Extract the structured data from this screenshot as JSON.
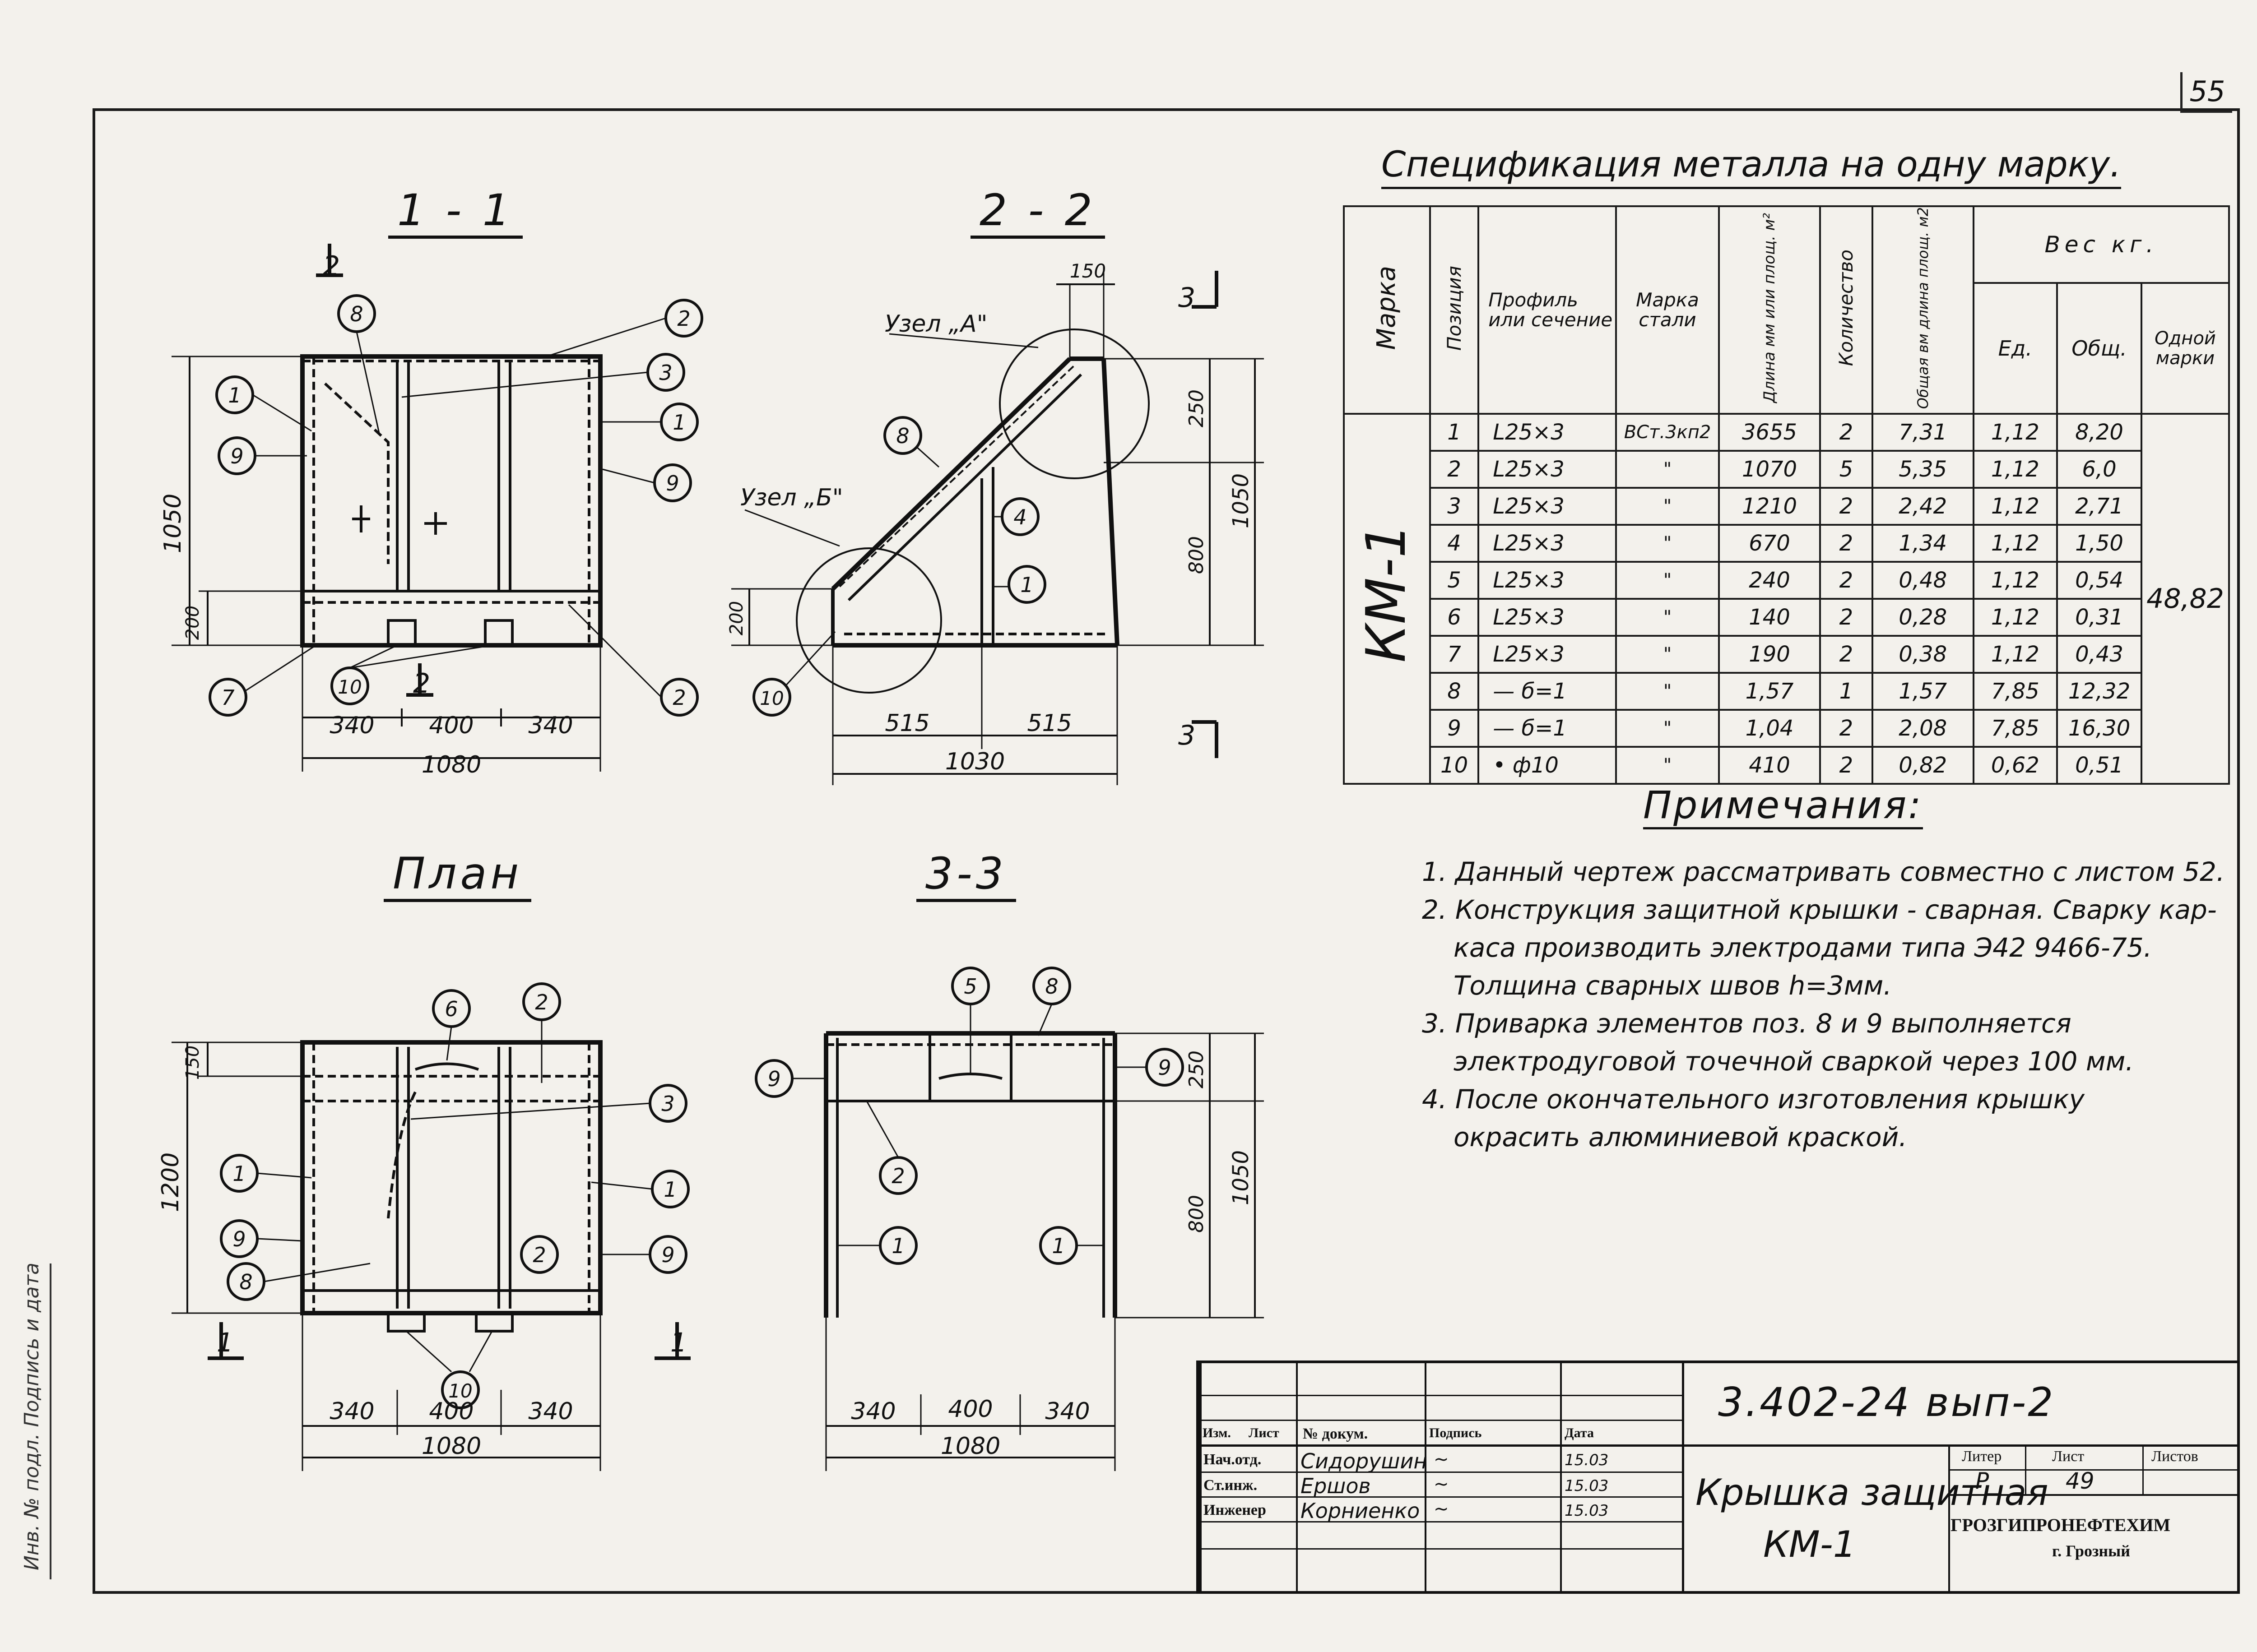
{
  "sheet_number": "55",
  "views": {
    "section_1_1": "1 - 1",
    "section_2_2": "2 - 2",
    "plan": "План",
    "section_3_3": "3-3"
  },
  "drawing_labels": {
    "s11": {
      "section_mark": "2",
      "section_mark_bottom": "2",
      "height": "1050",
      "bottom_h": "200",
      "dims": [
        "340",
        "400",
        "340"
      ],
      "total": "1080",
      "callouts": [
        "8",
        "2",
        "3",
        "1",
        "1",
        "9",
        "9",
        "7",
        "10",
        "2"
      ]
    },
    "s22": {
      "node_a": "Узел „А\"",
      "node_b": "Узел „Б\"",
      "top_w": "150",
      "right_h1": "250",
      "right_h2": "800",
      "total_h": "1050",
      "bottom_h": "200",
      "dims": [
        "515",
        "515"
      ],
      "total": "1030",
      "section_mark": "3",
      "section_mark_bottom": "3",
      "callouts": [
        "8",
        "4",
        "1",
        "10"
      ]
    },
    "plan": {
      "top_h": "150",
      "height": "1200",
      "dims": [
        "340",
        "400",
        "340"
      ],
      "total": "1080",
      "section_left": "1",
      "section_right": "1",
      "callouts": [
        "6",
        "2",
        "3",
        "1",
        "1",
        "9",
        "9",
        "8",
        "2",
        "10"
      ]
    },
    "s33": {
      "right_h1": "250",
      "right_h2": "800",
      "total_h": "1050",
      "dims": [
        "340",
        "400",
        "340"
      ],
      "total": "1080",
      "callouts": [
        "5",
        "8",
        "9",
        "9",
        "2",
        "1",
        "1"
      ]
    }
  },
  "spec": {
    "title": "Спецификация металла на одну марку.",
    "headers": {
      "mark": "Марка",
      "position": "Позиция",
      "profile": "Профиль или сечение",
      "steel": "Марка стали",
      "length": "Длина мм или площ. м²",
      "qty": "Количество",
      "total_len": "Общая вм длина площ. м2",
      "weight": "Вес кг.",
      "unit": "Ед.",
      "total": "Общ.",
      "one_mark": "Одной марки"
    },
    "mark": "КМ-1",
    "one_mark_weight": "48,82",
    "rows": [
      {
        "pos": "1",
        "profile": "L25×3",
        "steel": "ВСт.3кп2",
        "len": "3655",
        "qty": "2",
        "total_len": "7,31",
        "unit": "1,12",
        "total": "8,20"
      },
      {
        "pos": "2",
        "profile": "L25×3",
        "steel": "\"",
        "len": "1070",
        "qty": "5",
        "total_len": "5,35",
        "unit": "1,12",
        "total": "6,0"
      },
      {
        "pos": "3",
        "profile": "L25×3",
        "steel": "\"",
        "len": "1210",
        "qty": "2",
        "total_len": "2,42",
        "unit": "1,12",
        "total": "2,71"
      },
      {
        "pos": "4",
        "profile": "L25×3",
        "steel": "\"",
        "len": "670",
        "qty": "2",
        "total_len": "1,34",
        "unit": "1,12",
        "total": "1,50"
      },
      {
        "pos": "5",
        "profile": "L25×3",
        "steel": "\"",
        "len": "240",
        "qty": "2",
        "total_len": "0,48",
        "unit": "1,12",
        "total": "0,54"
      },
      {
        "pos": "6",
        "profile": "L25×3",
        "steel": "\"",
        "len": "140",
        "qty": "2",
        "total_len": "0,28",
        "unit": "1,12",
        "total": "0,31"
      },
      {
        "pos": "7",
        "profile": "L25×3",
        "steel": "\"",
        "len": "190",
        "qty": "2",
        "total_len": "0,38",
        "unit": "1,12",
        "total": "0,43"
      },
      {
        "pos": "8",
        "profile": "— б=1",
        "steel": "\"",
        "len": "1,57",
        "qty": "1",
        "total_len": "1,57",
        "unit": "7,85",
        "total": "12,32"
      },
      {
        "pos": "9",
        "profile": "— б=1",
        "steel": "\"",
        "len": "1,04",
        "qty": "2",
        "total_len": "2,08",
        "unit": "7,85",
        "total": "16,30"
      },
      {
        "pos": "10",
        "profile": "• ф10",
        "steel": "\"",
        "len": "410",
        "qty": "2",
        "total_len": "0,82",
        "unit": "0,62",
        "total": "0,51"
      }
    ]
  },
  "notes": {
    "title": "Примечания:",
    "items": [
      "1. Данный чертеж рассматривать совместно с листом 52.",
      "2. Конструкция защитной крышки - сварная. Сварку кар-",
      "каса производить электродами типа Э42  9466-75.",
      "Толщина сварных швов h=3мм.",
      "3. Приварка элементов поз. 8 и 9 выполняется",
      "электродуговой точечной сваркой через 100 мм.",
      "4. После окончательного изготовления крышку",
      "окрасить алюминиевой краской."
    ]
  },
  "title_block": {
    "code": "3.402-24 вып-2",
    "headers": [
      "Изм.",
      "Лист",
      "№ докум.",
      "Подпись",
      "Дата"
    ],
    "roles": [
      {
        "role": "Нач.отд.",
        "name": "Сидорушин",
        "date": "15.03"
      },
      {
        "role": "Ст.инж.",
        "name": "Ершов",
        "date": "15.03"
      },
      {
        "role": "Инженер",
        "name": "Корниенко",
        "date": "15.03"
      }
    ],
    "name_line1": "Крышка защитная",
    "name_line2": "КМ-1",
    "litera_label": "Литер",
    "sheet_label": "Лист",
    "sheets_label": "Листов",
    "litera": "Р",
    "sheet": "49",
    "org": "ГРОЗГИПРОНЕФТЕХИМ",
    "city": "г. Грозный"
  },
  "side_stamp": "Инв. № подл.   Подпись и дата"
}
